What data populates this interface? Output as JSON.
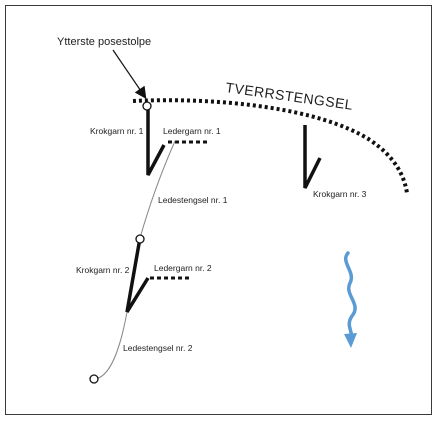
{
  "diagram": {
    "labels": {
      "outer_post": "Ytterste posestolpe",
      "cross_fence": "TVERRSTENGSEL",
      "hook_net_1": "Krokgarn nr. 1",
      "lead_net_1": "Ledergarn nr. 1",
      "lead_fence_1": "Ledestengsel nr. 1",
      "hook_net_2": "Krokgarn nr. 2",
      "lead_net_2": "Ledergarn nr. 2",
      "lead_fence_2": "Ledestengsel nr. 2",
      "hook_net_3": "Krokgarn nr. 3"
    },
    "colors": {
      "ink": "#111111",
      "thin_line": "#888888",
      "current_arrow": "#5b9bd5"
    }
  }
}
